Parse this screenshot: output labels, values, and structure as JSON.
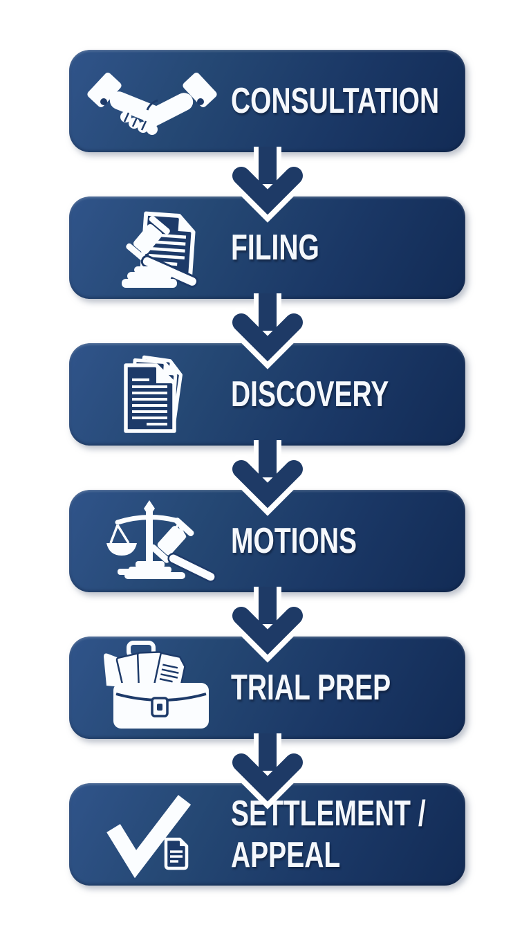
{
  "diagram": {
    "title": "",
    "type": "vertical-flowchart",
    "steps": [
      {
        "label": "CONSULTATION",
        "icon": "handshake-icon"
      },
      {
        "label": "FILING",
        "icon": "gavel-document-icon"
      },
      {
        "label": "DISCOVERY",
        "icon": "documents-stack-icon"
      },
      {
        "label": "MOTIONS",
        "icon": "scales-gavel-icon"
      },
      {
        "label": "TRIAL PREP",
        "icon": "briefcase-documents-icon"
      },
      {
        "label": "SETTLEMENT / APPEAL",
        "icon": "checkmark-document-icon"
      }
    ],
    "connector": {
      "type": "down-arrow",
      "count": 5
    },
    "colors": {
      "page_background": "#ffffff",
      "box_gradient_start": "#30548a",
      "box_gradient_end": "#122b55",
      "arrow": "#1e3a66",
      "arrow_outline": "#ffffff",
      "icon": "#fbfdff",
      "icon_detail": "#1d3a69",
      "label_text": "#f5f8fc"
    }
  }
}
